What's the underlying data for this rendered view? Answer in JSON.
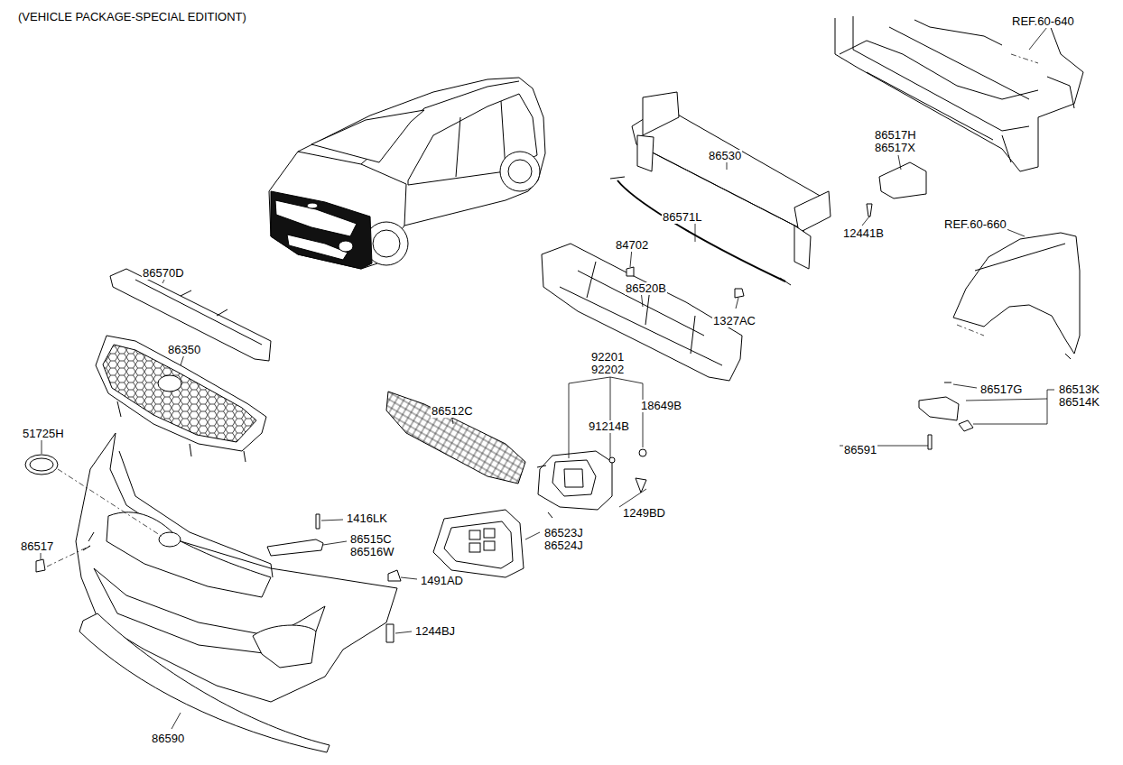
{
  "diagram": {
    "title": "(VEHICLE PACKAGE-SPECIAL EDITIONT)",
    "labels": [
      "REF.60-640",
      "86517H",
      "86517X",
      "86530",
      "86571L",
      "12441B",
      "REF.60-660",
      "84702",
      "86520B",
      "1327AC",
      "86570D",
      "86350",
      "92201",
      "92202",
      "86512C",
      "91214B",
      "18649B",
      "86517G",
      "86513K",
      "86514K",
      "86591",
      "51725H",
      "1249BD",
      "1416LK",
      "86515C",
      "86516W",
      "86523J",
      "86524J",
      "86517",
      "1491AD",
      "1244BJ",
      "86590"
    ]
  }
}
